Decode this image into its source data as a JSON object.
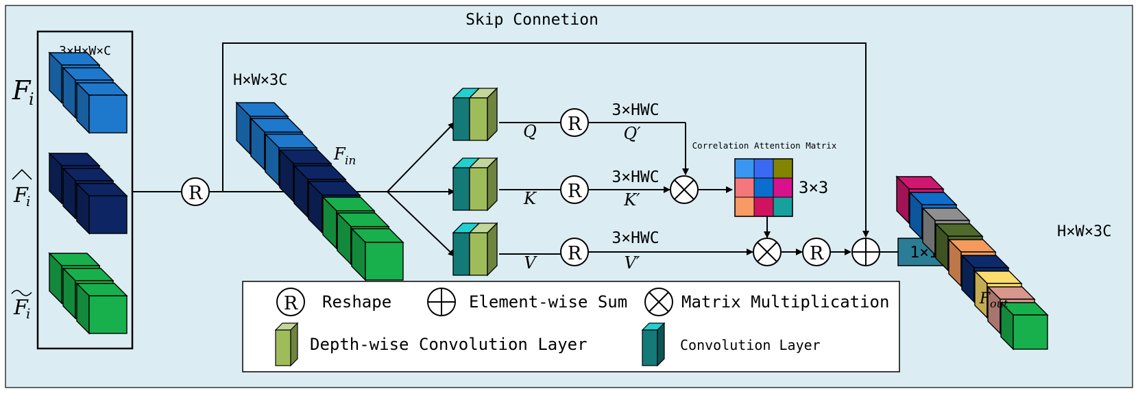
{
  "title": "Skip Connetion",
  "input_group": {
    "dims": "3×H×W×C",
    "labels": [
      "F",
      "F",
      "F"
    ],
    "subscript": "i",
    "colors": [
      "#1e78cc",
      "#0d2563",
      "#18b04c"
    ]
  },
  "concat": {
    "dims": "H×W×3C",
    "label": "F",
    "subscript": "in",
    "colors": [
      "#1e78cc",
      "#1e78cc",
      "#1e78cc",
      "#0d2563",
      "#0d2563",
      "#0d2563",
      "#18b04c",
      "#18b04c",
      "#18b04c"
    ]
  },
  "branches": [
    {
      "name": "Q",
      "reshaped": "Q′",
      "dims": "3×HWC"
    },
    {
      "name": "K",
      "reshaped": "K′",
      "dims": "3×HWC"
    },
    {
      "name": "V",
      "reshaped": "V′",
      "dims": "3×HWC"
    }
  ],
  "attention": {
    "title": "Correlation Attention Matrix",
    "size": "3×3",
    "cells": [
      "#3a97f1",
      "#3b69f2",
      "#838400",
      "#f4787b",
      "#0b6ece",
      "#d8128c",
      "#f79a63",
      "#d0135f",
      "#18a09d"
    ]
  },
  "conv_1x1": "1×1",
  "reshape_symbol": "R",
  "output": {
    "dims": "H×W×3C",
    "label": "F",
    "subscript": "out",
    "colors": [
      "#d01770",
      "#0f6ec9",
      "#8f8f8f",
      "#4f6a2a",
      "#f49a5c",
      "#0d2a6b",
      "#fbdc6c",
      "#d8968c",
      "#18b04c"
    ]
  },
  "legend": {
    "reshape": "Reshape",
    "sum": "Element-wise Sum",
    "matmul": "Matrix Multiplication",
    "dwconv": "Depth-wise Convolution Layer",
    "conv": "Convolution Layer"
  },
  "colors": {
    "background": "#dbedf3",
    "conv": "#137a78",
    "conv_top": "#22d0d0",
    "dwconv": "#9fbc5b",
    "dwconv_top": "#c4d79b",
    "box_1x1": "#2b7d96"
  }
}
